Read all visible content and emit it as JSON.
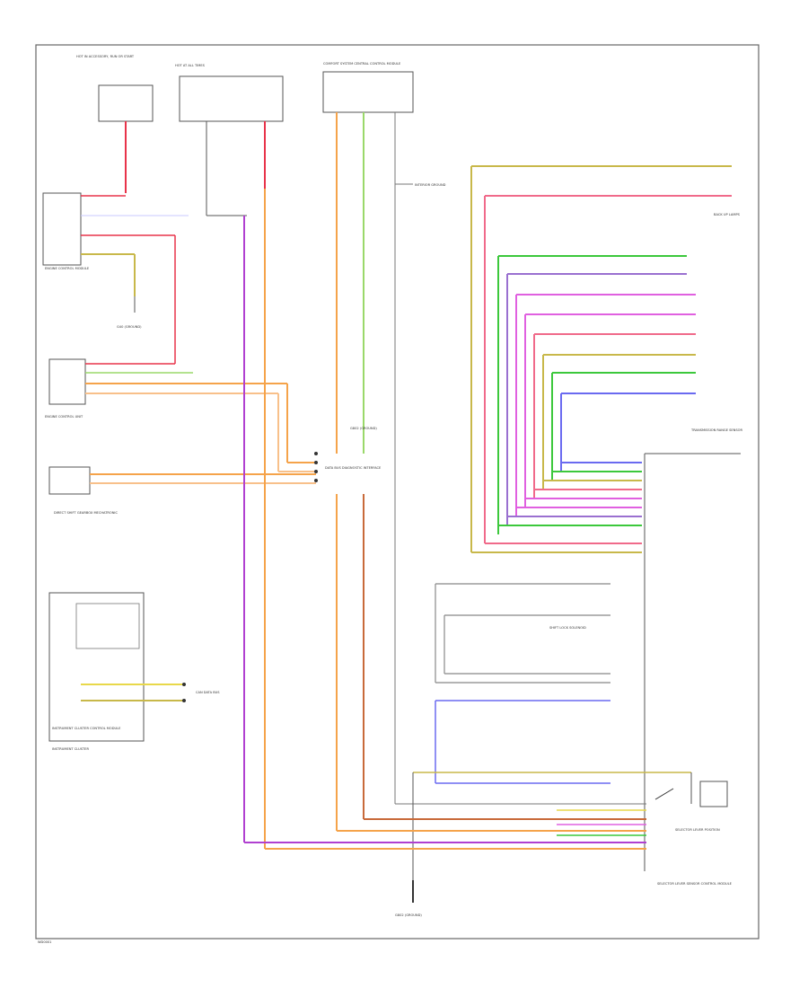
{
  "wire_colors": {
    "red": "#e8334a",
    "pink_red": "#f06a8a",
    "orange": "#f5a34a",
    "orange_light": "#f8c08a",
    "yellow": "#e8d84a",
    "olive": "#c8b84a",
    "green": "#3cc83c",
    "green_light": "#9ad86a",
    "blue": "#6a6af0",
    "purple": "#b040d0",
    "magenta": "#e060e0",
    "violet": "#9a70d0",
    "gray": "#9a9a9a",
    "black": "#333333"
  },
  "labels": {
    "top_left_fuse_box": "HOT IN ACCESSORY, RUN OR START",
    "top_mid_fuse_box": "HOT AT ALL TIMES",
    "top_right_module": "COMFORT SYSTEM CENTRAL CONTROL MODULE",
    "engine_left_label": "ENGINE CONTROL MODULE",
    "engine_control_label": "ENGINE CONTROL UNIT",
    "direct_shift_label": "DIRECT SHIFT GEARBOX MECHATRONIC",
    "instrument_label": "INSTRUMENT CLUSTER CONTROL MODULE",
    "instrument_caption": "INSTRUMENT CLUSTER",
    "data_bus_center": "DATA BUS DIAGNOSTIC INTERFACE",
    "data_bus_lower_left": "CAN DATA BUS",
    "ground_mid": "G802 (GROUND)",
    "ground_left": "G40 (GROUND)",
    "ground_bottom": "G802 (GROUND)",
    "trans_range_label": "TRANSMISSION RANGE SENSOR",
    "shift_lock_label": "SHIFT LOCK SOLENOID",
    "selector_lever_label": "SELECTOR LEVER SENSOR CONTROL MODULE",
    "selector_lever_pos": "SELECTOR LEVER POSITION",
    "right_lamp_label": "BACK UP LAMPS",
    "mid_ground_label": "INTERIOR GROUND",
    "footer_id": "WD0001"
  }
}
